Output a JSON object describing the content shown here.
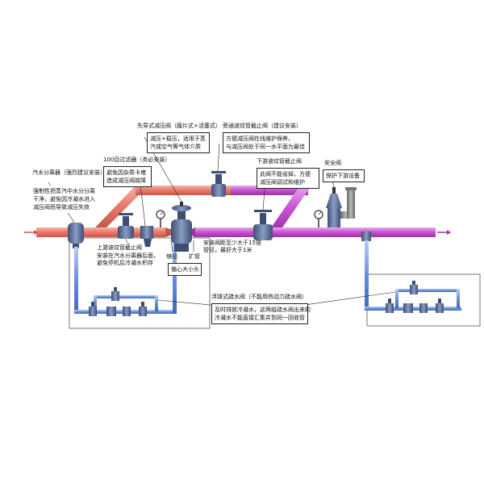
{
  "labels": {
    "separator_title": "汽水分离器（强烈建议安装）",
    "pilot_title": "先导式减压阀（膜片式+活塞式）",
    "bypass_title": "旁通波纹管截止阀（建议安装）",
    "strainer_title": "100目过滤器（务必安装）",
    "downstream_valve_title": "下游波纹管截止阀",
    "safety_valve_title": "安全阀",
    "upstream_valve_title": "上游波纹管截止阀",
    "upstream_valve_note": "安装在汽水分离器后面，避免停机后冷凝水积存",
    "install_distance": "安装阀距至少大于15倍管径，最好大于1米",
    "reducer_label": "缩径",
    "expander_label": "扩管",
    "eccentric_label": "偏心大小头",
    "trap_title": "浮球式疏水阀（不能用热动力疏水阀）"
  },
  "boxes": {
    "separator_note": [
      "强制性把蒸汽中水分分离",
      "干净，避免因冷凝水进入",
      "减压阀而导致减压失效"
    ],
    "pilot_note": [
      "减压+稳压，适用于蒸",
      "汽或空气等气体介质"
    ],
    "bypass_note": [
      "方便减压阀在线维护保养，",
      "与减压阀处于同一水平面为最佳"
    ],
    "strainer_note": [
      "避免因杂质卡堵",
      "造成减压阀故障"
    ],
    "downstream_note": [
      "此阀不能省掉，方便",
      "减压阀调试和维护"
    ],
    "safety_note": [
      "保护下游设备"
    ],
    "trap_note": [
      "及时排放冷凝水，这两组疏水阀出来的",
      "冷凝水不能直接汇集并到同一回收管"
    ]
  },
  "colors": {
    "upstream_pipe": "#e8786a",
    "downstream_pipe": "#c84fd0",
    "drain_pipe": "#6a8fe0",
    "valve_body": "#5a6f9a",
    "frame": "#444444"
  },
  "icons": [
    "pressure-gauge-icon",
    "globe-valve-icon",
    "strainer-icon",
    "pressure-reducing-valve-icon",
    "safety-valve-icon",
    "steam-trap-icon",
    "separator-icon"
  ]
}
